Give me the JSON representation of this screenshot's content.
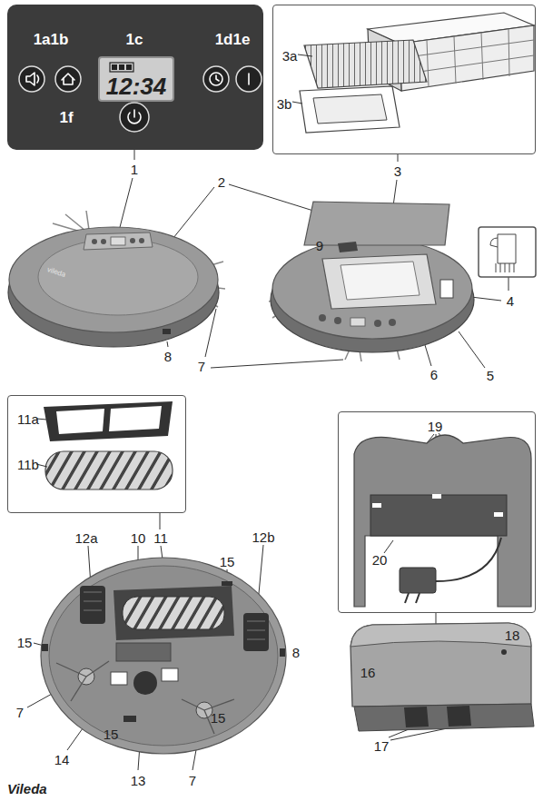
{
  "diagram": {
    "nodes": [
      {
        "text": [
          "1a1b",
          "1c",
          "1d1e",
          "1f"
        ]
      },
      {
        "text": [
          "12:34"
        ],
        "in": 0
      },
      {
        "text": [
          "3a",
          "3b"
        ]
      },
      {
        "text": [
          "11a",
          "11b"
        ]
      },
      {
        "text": [
          "19",
          "20"
        ]
      }
    ],
    "labels": [
      "1",
      "2",
      "3",
      "9",
      "4",
      "vileda",
      "8",
      "7",
      "6",
      "5",
      "12a",
      "10",
      "11",
      "15",
      "12b",
      "15",
      "8",
      "7",
      "15",
      "15",
      "14",
      "13",
      "7",
      "16",
      "18",
      "17",
      "Vileda"
    ]
  }
}
